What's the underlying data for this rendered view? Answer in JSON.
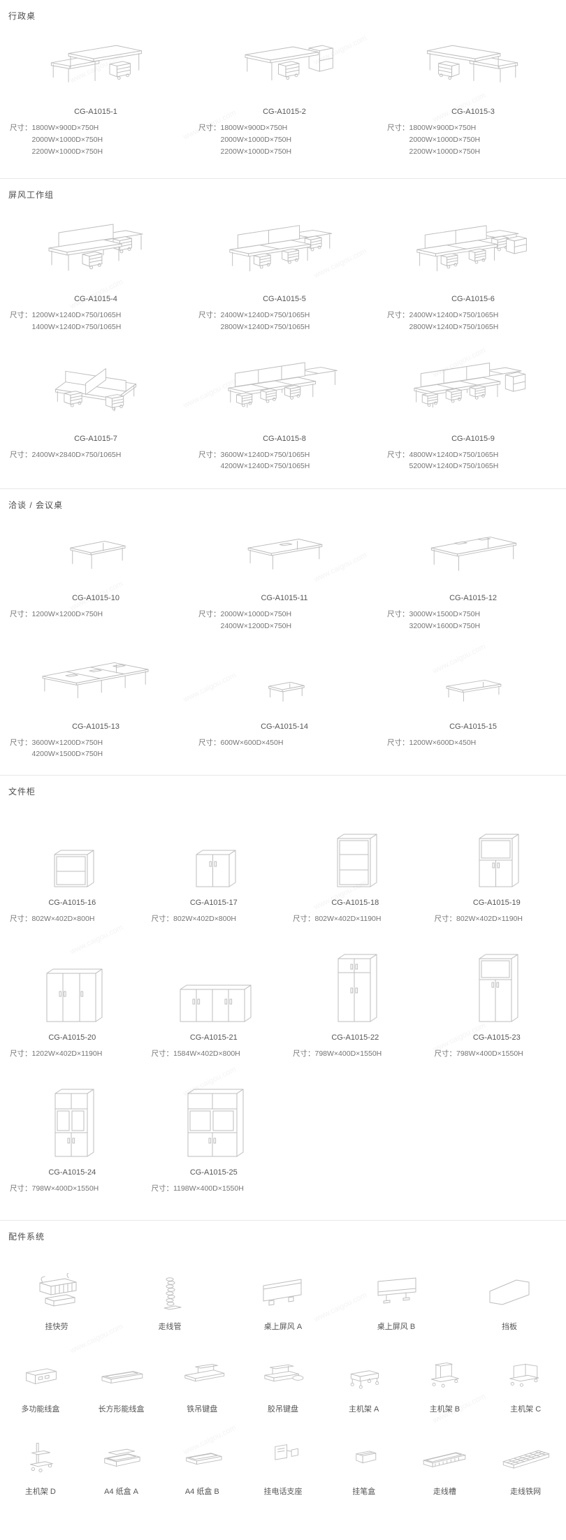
{
  "page": {
    "background": "#ffffff",
    "watermark_text": "www.caigou.com",
    "line_art_color": "#bdbdbd",
    "divider_color": "#e8e8e8"
  },
  "dim_label": "尺寸：",
  "sections": [
    {
      "id": "executive-desks",
      "title": "行政桌",
      "columns": 3,
      "type": "products",
      "items": [
        {
          "code": "CG-A1015-1",
          "art": "desk1",
          "dims": [
            "1800W×900D×750H",
            "2000W×1000D×750H",
            "2200W×1000D×750H"
          ]
        },
        {
          "code": "CG-A1015-2",
          "art": "desk2",
          "dims": [
            "1800W×900D×750H",
            "2000W×1000D×750H",
            "2200W×1000D×750H"
          ]
        },
        {
          "code": "CG-A1015-3",
          "art": "desk3",
          "dims": [
            "1800W×900D×750H",
            "2000W×1000D×750H",
            "2200W×1000D×750H"
          ]
        }
      ]
    },
    {
      "id": "screen-workstations",
      "title": "屏风工作组",
      "columns": 3,
      "type": "products",
      "items": [
        {
          "code": "CG-A1015-4",
          "art": "ws2",
          "dims": [
            "1200W×1240D×750/1065H",
            "1400W×1240D×750/1065H"
          ]
        },
        {
          "code": "CG-A1015-5",
          "art": "ws4",
          "dims": [
            "2400W×1240D×750/1065H",
            "2800W×1240D×750/1065H"
          ]
        },
        {
          "code": "CG-A1015-6",
          "art": "ws4b",
          "dims": [
            "2400W×1240D×750/1065H",
            "2800W×1240D×750/1065H"
          ]
        },
        {
          "code": "CG-A1015-7",
          "art": "wsx",
          "dims": [
            "2400W×2840D×750/1065H"
          ]
        },
        {
          "code": "CG-A1015-8",
          "art": "ws6",
          "dims": [
            "3600W×1240D×750/1065H",
            "4200W×1240D×750/1065H"
          ]
        },
        {
          "code": "CG-A1015-9",
          "art": "ws6b",
          "dims": [
            "4800W×1240D×750/1065H",
            "5200W×1240D×750/1065H"
          ]
        }
      ]
    },
    {
      "id": "meeting-tables",
      "title": "洽谈 / 会议桌",
      "columns": 3,
      "type": "products",
      "items": [
        {
          "code": "CG-A1015-10",
          "art": "t10",
          "dims": [
            "1200W×1200D×750H"
          ]
        },
        {
          "code": "CG-A1015-11",
          "art": "t11",
          "dims": [
            "2000W×1000D×750H",
            "2400W×1200D×750H"
          ]
        },
        {
          "code": "CG-A1015-12",
          "art": "t12",
          "dims": [
            "3000W×1500D×750H",
            "3200W×1600D×750H"
          ]
        },
        {
          "code": "CG-A1015-13",
          "art": "t13",
          "dims": [
            "3600W×1200D×750H",
            "4200W×1500D×750H"
          ]
        },
        {
          "code": "CG-A1015-14",
          "art": "t14",
          "dims": [
            "600W×600D×450H"
          ]
        },
        {
          "code": "CG-A1015-15",
          "art": "t15",
          "dims": [
            "1200W×600D×450H"
          ]
        }
      ]
    },
    {
      "id": "file-cabinets",
      "title": "文件柜",
      "columns": 4,
      "type": "products",
      "items": [
        {
          "code": "CG-A1015-16",
          "art": "c16",
          "dims": [
            "802W×402D×800H"
          ]
        },
        {
          "code": "CG-A1015-17",
          "art": "c17",
          "dims": [
            "802W×402D×800H"
          ]
        },
        {
          "code": "CG-A1015-18",
          "art": "c18",
          "dims": [
            "802W×402D×1190H"
          ]
        },
        {
          "code": "CG-A1015-19",
          "art": "c19",
          "dims": [
            "802W×402D×1190H"
          ]
        },
        {
          "code": "CG-A1015-20",
          "art": "c20",
          "dims": [
            "1202W×402D×1190H"
          ]
        },
        {
          "code": "CG-A1015-21",
          "art": "c21",
          "dims": [
            "1584W×402D×800H"
          ]
        },
        {
          "code": "CG-A1015-22",
          "art": "c22",
          "dims": [
            "798W×400D×1550H"
          ]
        },
        {
          "code": "CG-A1015-23",
          "art": "c23",
          "dims": [
            "798W×400D×1550H"
          ]
        },
        {
          "code": "CG-A1015-24",
          "art": "c24",
          "dims": [
            "798W×400D×1550H"
          ]
        },
        {
          "code": "CG-A1015-25",
          "art": "c25",
          "dims": [
            "1198W×400D×1550H"
          ]
        }
      ]
    },
    {
      "id": "accessories",
      "title": "配件系统",
      "type": "accessories",
      "rows": [
        {
          "columns": 5,
          "items": [
            {
              "label": "挂快劳",
              "art": "hangfile"
            },
            {
              "label": "走线管",
              "art": "wiretube"
            },
            {
              "label": "桌上屏风 A",
              "art": "screenA"
            },
            {
              "label": "桌上屏风 B",
              "art": "screenB"
            },
            {
              "label": "挡板",
              "art": "baffle"
            }
          ]
        },
        {
          "columns": 7,
          "items": [
            {
              "label": "多功能线盒",
              "art": "boxmulti"
            },
            {
              "label": "长方形能线盒",
              "art": "boxrect"
            },
            {
              "label": "铁吊键盘",
              "art": "trayiron"
            },
            {
              "label": "胶吊键盘",
              "art": "trayplastic"
            },
            {
              "label": "主机架 A",
              "art": "cpua"
            },
            {
              "label": "主机架 B",
              "art": "cpub"
            },
            {
              "label": "主机架 C",
              "art": "cpuc"
            }
          ]
        },
        {
          "columns": 7,
          "items": [
            {
              "label": "主机架 D",
              "art": "cpud"
            },
            {
              "label": "A4 纸盒 A",
              "art": "papera"
            },
            {
              "label": "A4 纸盒 B",
              "art": "paperb"
            },
            {
              "label": "挂电话支座",
              "art": "phone"
            },
            {
              "label": "挂笔盒",
              "art": "penbox"
            },
            {
              "label": "走线槽",
              "art": "duct"
            },
            {
              "label": "走线铁网",
              "art": "mesh"
            }
          ]
        }
      ]
    }
  ]
}
